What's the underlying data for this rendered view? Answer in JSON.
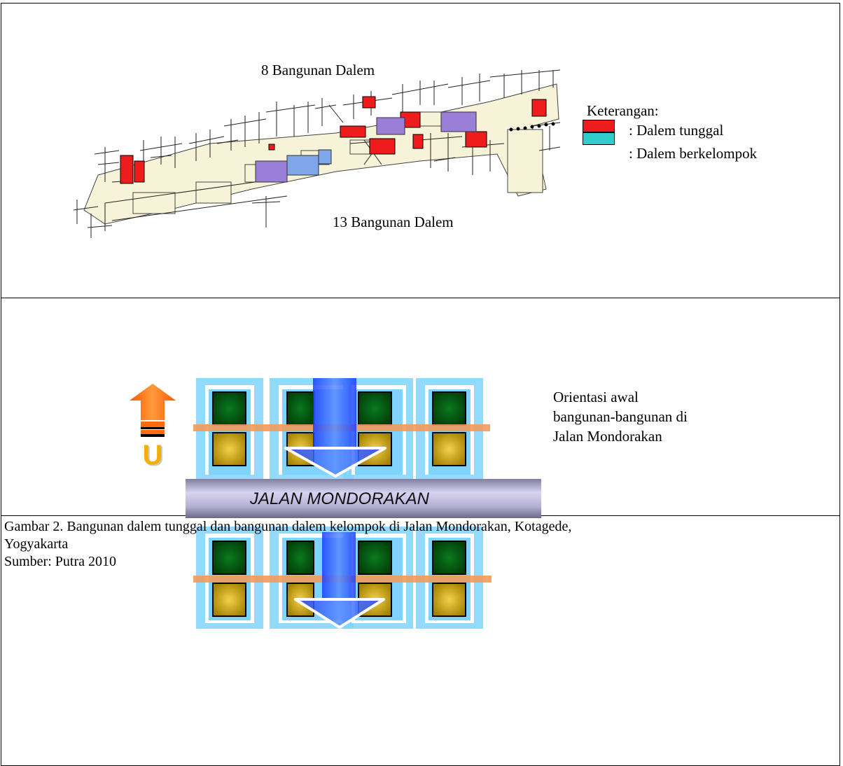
{
  "map": {
    "label_top": "8 Bangunan Dalem",
    "label_bottom": "13 Bangunan Dalem",
    "legend": {
      "title": "Keterangan:",
      "items": [
        {
          "label": ": Dalem tunggal",
          "color": "#ee1c1c"
        },
        {
          "label": ": Dalem berkelompok",
          "color": "#33cccc"
        }
      ]
    }
  },
  "diagram": {
    "road_label": "JALAN MONDORAKAN",
    "north_letter": "U",
    "description_lines": [
      "Orientasi awal",
      "bangunan-bangunan di",
      "Jalan Mondorakan"
    ]
  },
  "caption": {
    "line1": "Gambar 2. Bangunan dalem tunggal dan bangunan dalem kelompok di Jalan Mondorakan, Kotagede,",
    "line2": "Yogyakarta",
    "source": "Sumber: Putra 2010"
  }
}
